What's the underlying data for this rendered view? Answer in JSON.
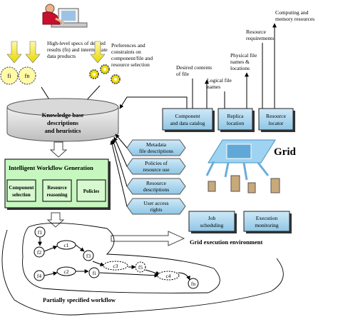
{
  "user_notes": {
    "specs": [
      "High-level specs of desired",
      "results (fn) and intermediate",
      "data products"
    ],
    "prefs": [
      "Preferences and",
      "constraints on",
      "component/file and",
      "resource selection"
    ]
  },
  "request_files": [
    "fi",
    "fn"
  ],
  "knowledge_base": [
    "Knowledge base",
    "descriptions",
    "and heuristics"
  ],
  "iwg": {
    "title": "Intelligent Workflow Generation",
    "modules": [
      [
        "Component",
        "selection"
      ],
      [
        "Resource",
        "reasoning"
      ],
      [
        "Policies"
      ]
    ]
  },
  "info_sources": [
    [
      "Metadata",
      "file descriptions"
    ],
    [
      "Policies of",
      "resource use"
    ],
    [
      "Resource",
      "descriptions"
    ],
    [
      "User access",
      "rights"
    ]
  ],
  "catalog_labels": {
    "desired": [
      "Desired contents",
      "of file"
    ],
    "logical": [
      "Logical file",
      "names"
    ],
    "physical": [
      "Physical  file",
      "names &",
      "locations"
    ],
    "resreq": [
      "Resource",
      "requirements"
    ],
    "computing": [
      "Computing and",
      "memory resources"
    ]
  },
  "services": [
    [
      "Component",
      "and data catalog"
    ],
    [
      "Replica",
      "location"
    ],
    [
      "Resource",
      "locator"
    ]
  ],
  "grid_label": "Grid",
  "grid_services": [
    [
      "Job",
      "scheduling"
    ],
    [
      "Execution",
      "monitoring"
    ]
  ],
  "grid_env_label": "Grid execution environment",
  "workflow": {
    "nodes": [
      "f1",
      "f2",
      "f3",
      "f4",
      "fi",
      "fn",
      "f5"
    ],
    "steps": [
      "c1",
      "c2",
      "c3",
      "c4"
    ],
    "caption": "Partially specified workflow"
  }
}
